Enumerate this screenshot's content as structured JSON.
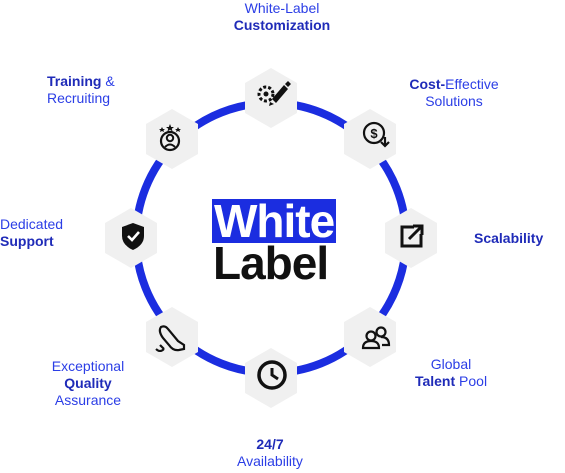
{
  "center": {
    "line1": "White",
    "line2": "Label"
  },
  "colors": {
    "accent": "#1b2de0",
    "node_bg": "#f0f0f0",
    "icon": "#111111",
    "text": "#2b3ee6"
  },
  "nodes": [
    {
      "id": "customization",
      "icon": "paint-brush-icon",
      "text": {
        "l1": "White-Label",
        "b2": "Customization"
      }
    },
    {
      "id": "cost",
      "icon": "dollar-down-icon",
      "text": {
        "b1": "Cost-",
        "r1": "Effective",
        "l2": "Solutions"
      }
    },
    {
      "id": "scalability",
      "icon": "external-link-icon",
      "text": {
        "b1": "Scalability"
      }
    },
    {
      "id": "talent",
      "icon": "users-icon",
      "text": {
        "l1": "Global",
        "b2": "Talent",
        "r2": " Pool"
      }
    },
    {
      "id": "availability",
      "icon": "clock-icon",
      "text": {
        "b1": "24/7",
        "l2": "Availability"
      }
    },
    {
      "id": "quality",
      "icon": "hand-icon",
      "text": {
        "l1": "Exceptional",
        "b2": "Quality",
        "l3": "Assurance"
      }
    },
    {
      "id": "support",
      "icon": "shield-check-icon",
      "text": {
        "l1": "Dedicated",
        "b2": "Support"
      }
    },
    {
      "id": "training",
      "icon": "user-stars-icon",
      "text": {
        "b1": "Training",
        "r1": " &",
        "l2": "Recruiting"
      }
    }
  ]
}
